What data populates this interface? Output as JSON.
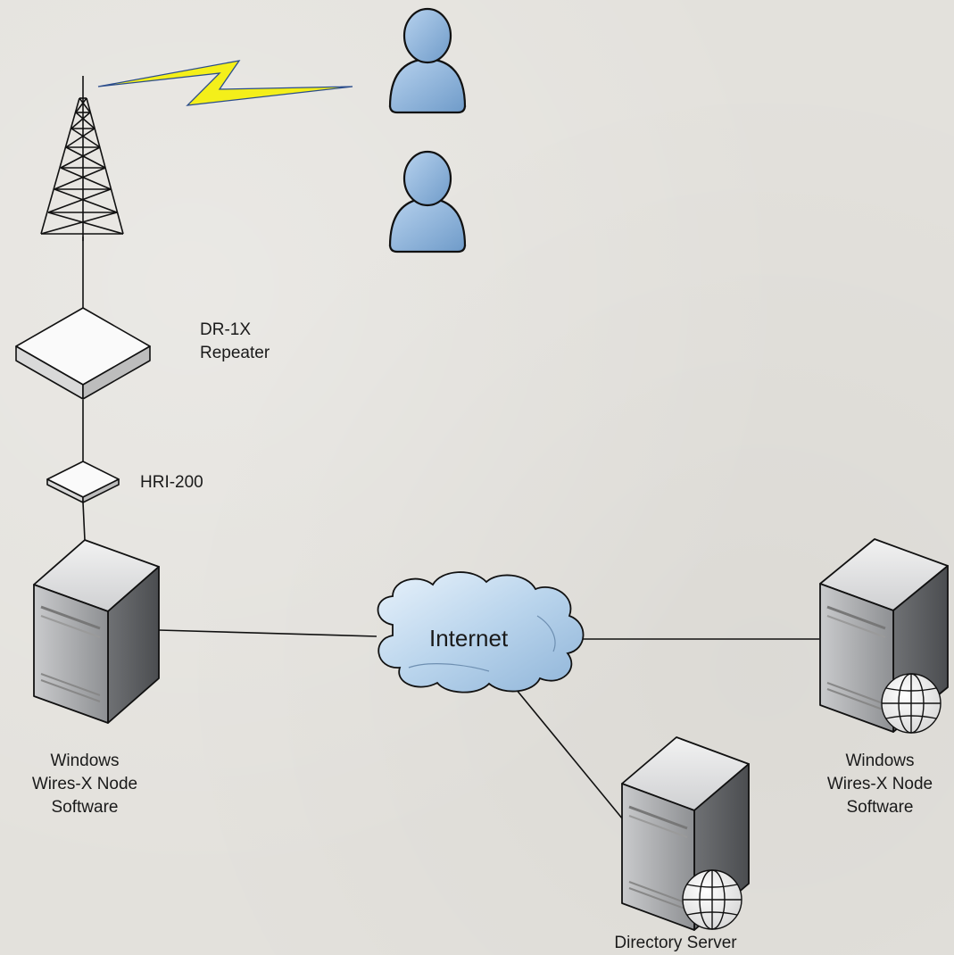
{
  "labels": {
    "repeater": [
      "DR-1X",
      "Repeater"
    ],
    "hri": "HRI-200",
    "cloud": "Internet",
    "left_node": [
      "Windows",
      "Wires-X Node",
      "Software"
    ],
    "right_node": [
      "Windows",
      "Wires-X Node",
      "Software"
    ],
    "directory_server": "Directory Server"
  },
  "icons": {
    "tower": "radio-tower-icon",
    "lightning": "lightning-bolt-icon",
    "user": "user-icon",
    "repeater": "repeater-box-icon",
    "hri": "hri-interface-icon",
    "server": "server-tower-icon",
    "globe": "globe-icon",
    "cloud": "cloud-icon"
  },
  "colors": {
    "background": "#e3e1dc",
    "user_fill": "#8fb6dd",
    "cloud_fill": "#b9d4ec",
    "lightning": "#f4ef1a",
    "server_body": "#8d8f92",
    "line": "#111111"
  }
}
